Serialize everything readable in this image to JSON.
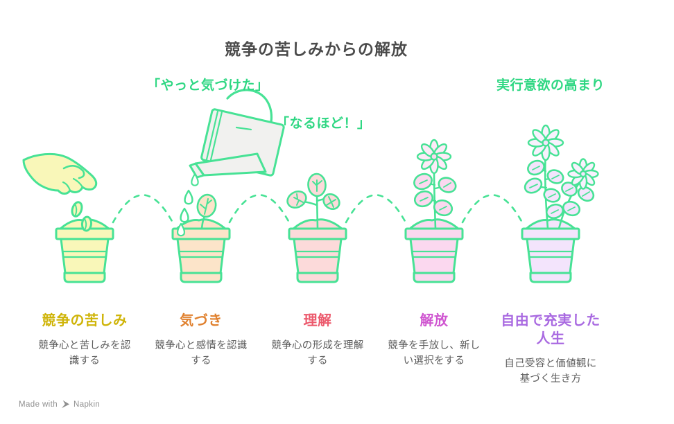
{
  "title": "競争の苦しみからの解放",
  "annotations": {
    "realization": "「やっと気づけた」",
    "naruhodo": "「なるほど！」",
    "motivation": "実行意欲の高まり"
  },
  "stages": [
    {
      "label": "競争の苦しみ",
      "desc": "競争心と苦しみを認識する",
      "color": "#cfb408"
    },
    {
      "label": "気づき",
      "desc": "競争心と感情を認識する",
      "color": "#e0812f"
    },
    {
      "label": "理解",
      "desc": "競争心の形成を理解する",
      "color": "#ec5a6d"
    },
    {
      "label": "解放",
      "desc": "競争を手放し、新しい選択をする",
      "color": "#cf55d0"
    },
    {
      "label": "自由で充実した人生",
      "desc": "自己受容と価値観に基づく生き方",
      "color": "#a96ae1"
    }
  ],
  "footer": {
    "made_with": "Made with",
    "brand": "Napkin"
  },
  "colors": {
    "outline_green": "#47e295",
    "text_green": "#2fd783",
    "title_gray": "#4a4a4a",
    "desc_gray": "#5d5d5d",
    "pot1": "#f9f7b9",
    "pot2": "#fce4c9",
    "pot3": "#fcdada",
    "pot4": "#fbd8ef",
    "pot5": "#f3e4fc",
    "flower4": "#fdeaf7",
    "flower5": "#f8f1fd",
    "can": "#f1f1ef",
    "drop": "#ffffff"
  }
}
